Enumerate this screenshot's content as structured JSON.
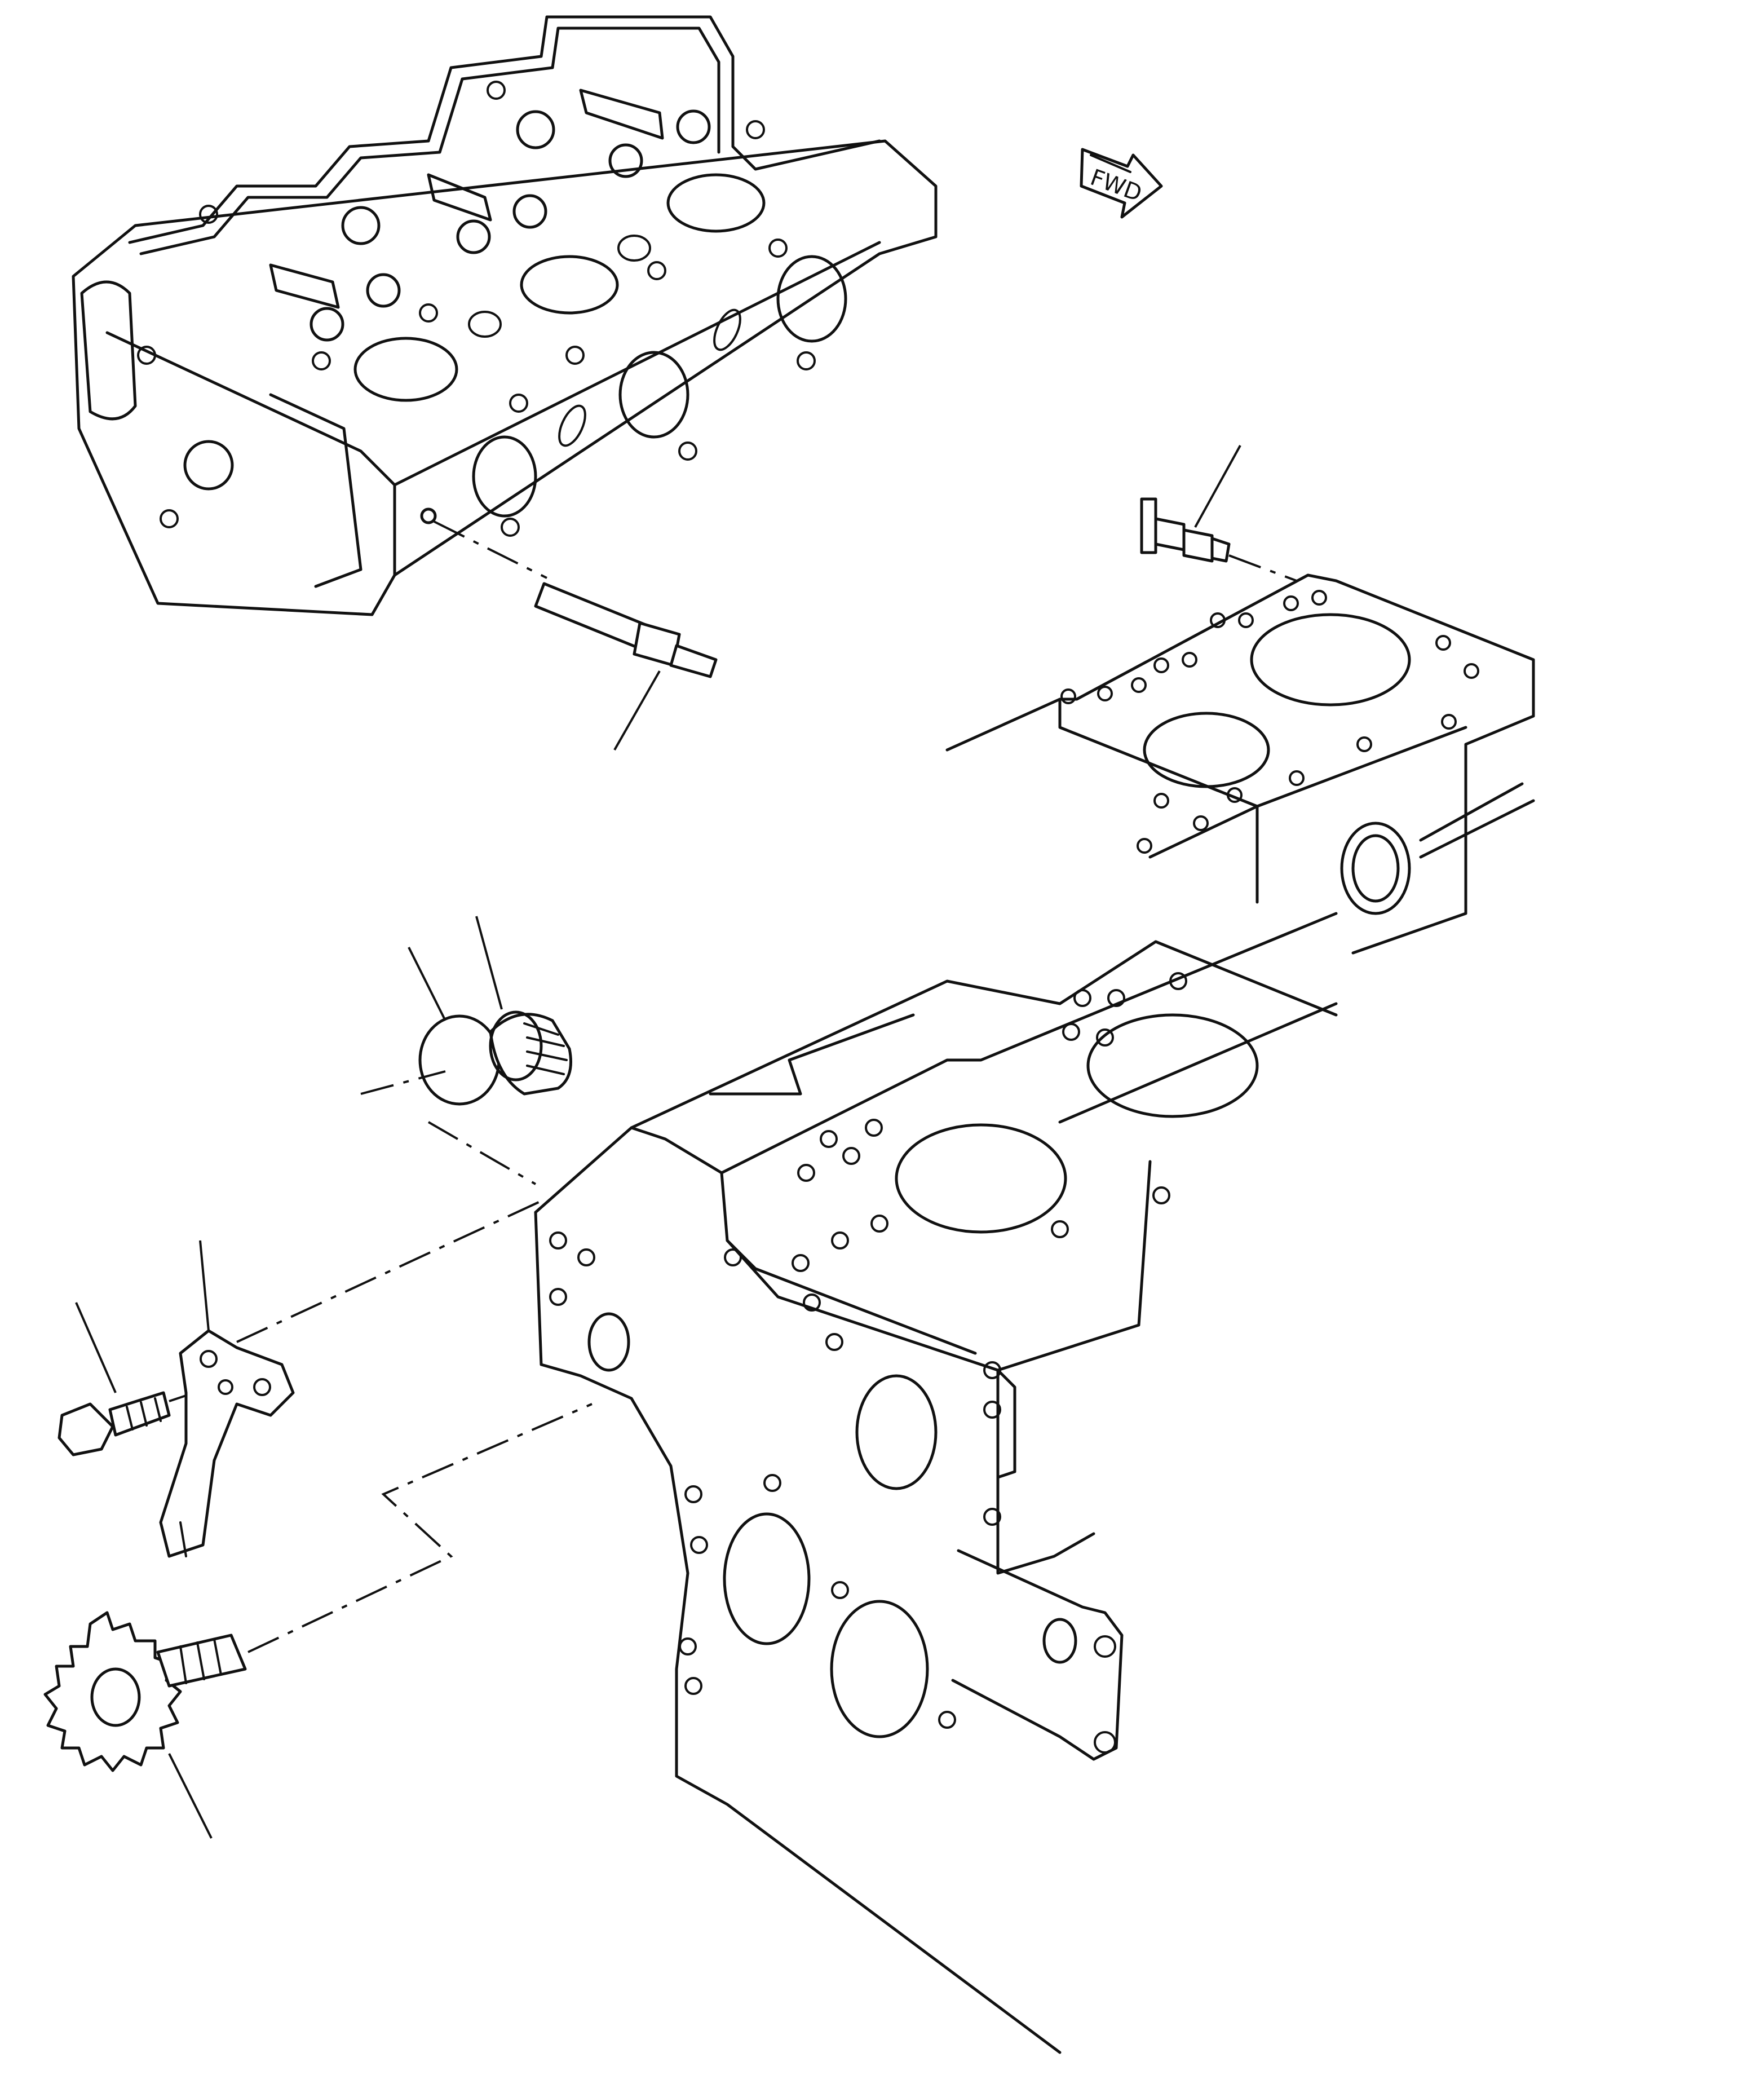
{
  "diagram": {
    "orientation_badge": {
      "label": "FWD",
      "icon": "forward-arrow-icon"
    },
    "components": [
      {
        "id": "cylinder-head",
        "icon": "cylinder-head-icon"
      },
      {
        "id": "head-sensor",
        "icon": "sensor-icon"
      },
      {
        "id": "block-sender",
        "icon": "sender-switch-icon"
      },
      {
        "id": "upper-block",
        "icon": "cylinder-block-icon"
      },
      {
        "id": "plug-cap",
        "icon": "plug-cap-icon"
      },
      {
        "id": "knurled-bushing",
        "icon": "bushing-icon"
      },
      {
        "id": "lever-bracket",
        "icon": "lever-bracket-icon"
      },
      {
        "id": "bolt",
        "icon": "bolt-icon"
      },
      {
        "id": "gear",
        "icon": "gear-icon"
      },
      {
        "id": "lower-block",
        "icon": "crankcase-icon"
      }
    ]
  }
}
